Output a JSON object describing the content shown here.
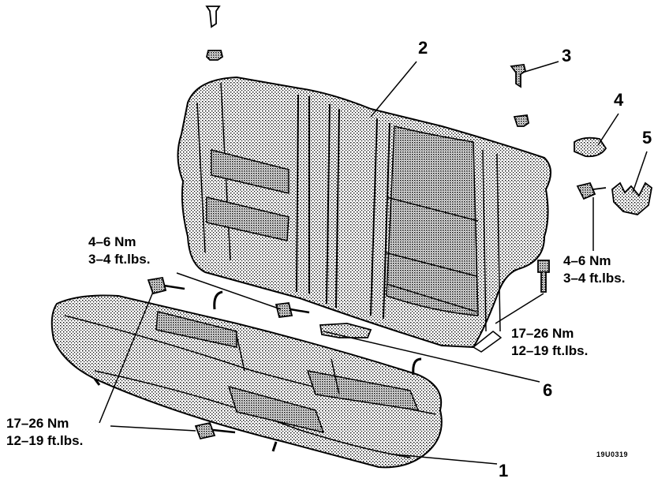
{
  "callouts": {
    "c1": "1",
    "c2": "2",
    "c3": "3",
    "c4": "4",
    "c5": "5",
    "c6": "6"
  },
  "torques": {
    "upper_left": {
      "nm": "4–6 Nm",
      "ftlbs": "3–4 ft.lbs."
    },
    "upper_right": {
      "nm": "4–6 Nm",
      "ftlbs": "3–4 ft.lbs."
    },
    "right": {
      "nm": "17–26 Nm",
      "ftlbs": "12–19 ft.lbs."
    },
    "lower_left": {
      "nm": "17–26 Nm",
      "ftlbs": "12–19 ft.lbs."
    }
  },
  "figure_code": "19U0319",
  "colors": {
    "ink": "#000000",
    "paper": "#ffffff",
    "fabric": "#8a8a8a"
  }
}
